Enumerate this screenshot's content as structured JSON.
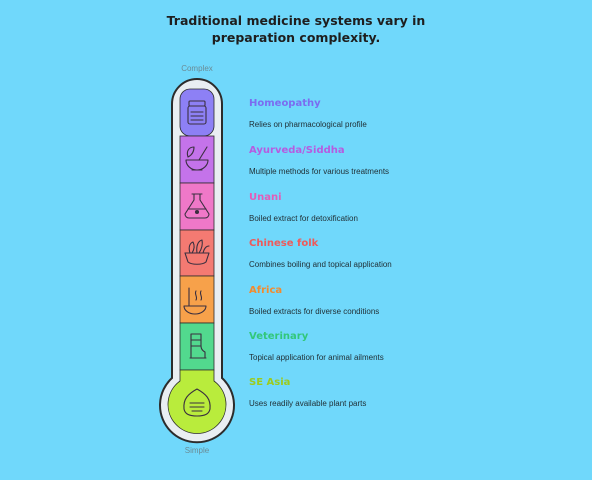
{
  "title_line1": "Traditional medicine systems vary in",
  "title_line2": "preparation complexity.",
  "scale": {
    "top": "Complex",
    "bottom": "Simple"
  },
  "items": [
    {
      "title": "Homeopathy",
      "desc": "Relies on pharmacological profile",
      "color": "#7b6cf0",
      "fill": "#8d80f5",
      "icon": "jar-icon"
    },
    {
      "title": "Ayurveda/Siddha",
      "desc": "Multiple methods for various treatments",
      "color": "#b55ce0",
      "fill": "#c473ea",
      "icon": "mortar-pestle-icon"
    },
    {
      "title": "Unani",
      "desc": "Boiled extract for detoxification",
      "color": "#e35cb8",
      "fill": "#ef78c8",
      "icon": "flask-icon"
    },
    {
      "title": "Chinese folk",
      "desc": "Combines boiling and topical application",
      "color": "#ee5a5a",
      "fill": "#f47a72",
      "icon": "herb-bowl-icon"
    },
    {
      "title": "Africa",
      "desc": "Boiled extracts for diverse conditions",
      "color": "#f28b2e",
      "fill": "#f7a14a",
      "icon": "ladle-icon"
    },
    {
      "title": "Veterinary",
      "desc": "Topical application for animal ailments",
      "color": "#32c77a",
      "fill": "#52d98e",
      "icon": "animal-leg-icon"
    },
    {
      "title": "SE Asia",
      "desc": "Uses readily available plant parts",
      "color": "#9ccb1e",
      "fill": "#b9ec3c",
      "icon": "leaf-icon"
    }
  ]
}
